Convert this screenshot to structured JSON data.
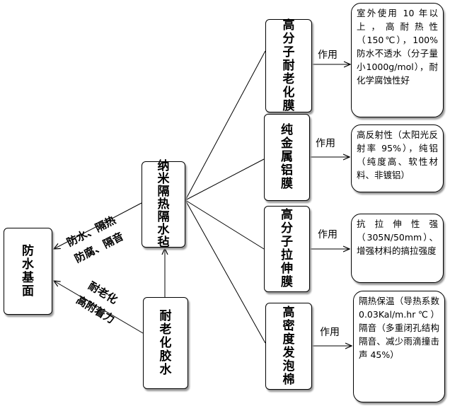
{
  "base": {
    "label": "防水基面"
  },
  "center": {
    "label": "纳米隔热隔水毡"
  },
  "glue": {
    "label": "耐老化胶水"
  },
  "edges": {
    "upper_line1": "防水、隔热",
    "upper_line2": "防腐、隔音",
    "lower_line1": "耐老化",
    "lower_line2": "高附着力"
  },
  "layers": [
    {
      "label": "高分子耐老化膜",
      "action": "作用",
      "desc": "室外使用 10 年以上，高耐热性（150℃），100%防水不透水（分子量小1000g/mol），耐化学腐蚀性好"
    },
    {
      "label": "纯金属铝膜",
      "action": "作用",
      "desc": "高反射性（太阳光反射率 95%），纯铝（纯度高、软性材料、非镀铝）"
    },
    {
      "label": "高分子拉伸膜",
      "action": "作用",
      "desc": "抗拉伸性强（305N/50mm）、增强材料的搞拉强度"
    },
    {
      "label": "高密度发泡棉",
      "action": "作用",
      "desc": "隔热保温（导热系数 0.03Kal/m.hr℃）隔音（多重闭孔结构隔音、减少雨滴撞击声 45%）"
    }
  ]
}
